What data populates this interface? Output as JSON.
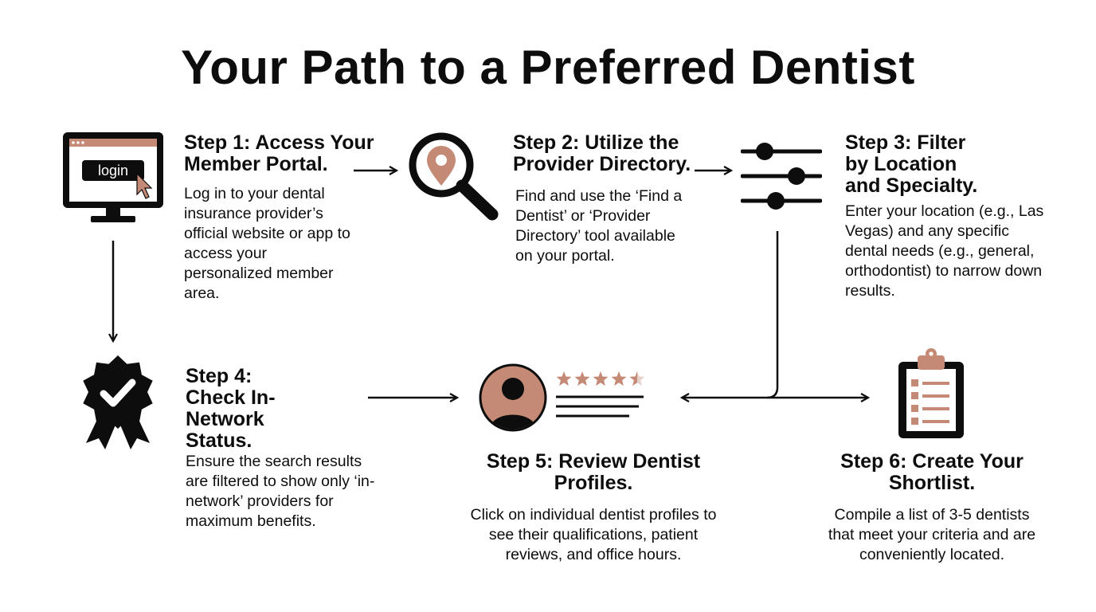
{
  "title": "Your Path to a Preferred Dentist",
  "colors": {
    "accent": "#c48a76",
    "ink": "#0d0d0d",
    "background": "#ffffff"
  },
  "steps": [
    {
      "title": "Step 1: Access Your Member Portal.",
      "description": "Log in to your dental insurance provider’s official website or app to access your personalized member area.",
      "icon": "computer-login-icon",
      "icon_text": "login"
    },
    {
      "title": "Step 2: Utilize the Provider Directory.",
      "description": "Find and use the ‘Find a Dentist’ or ‘Provider Directory’ tool available on your portal.",
      "icon": "magnifier-location-pin-icon"
    },
    {
      "title": "Step 3: Filter by Location and Specialty.",
      "description": "Enter your location (e.g., Las Vegas) and any specific dental needs (e.g., general, orthodontist) to narrow down results.",
      "icon": "filter-sliders-icon"
    },
    {
      "title": "Step 4: Check In-Network Status.",
      "description": "Ensure the search results are filtered to show only ‘in-network’ providers for maximum benefits.",
      "icon": "verified-badge-icon"
    },
    {
      "title": "Step 5: Review Dentist Profiles.",
      "description": "Click on individual dentist profiles to see their qualifications, patient reviews, and office hours.",
      "icon": "profile-rating-icon",
      "rating_stars": 4.5
    },
    {
      "title": "Step 6: Create Your Shortlist.",
      "description": "Compile a list of 3-5 dentists that meet your criteria and are conveniently located.",
      "icon": "clipboard-checklist-icon"
    }
  ]
}
